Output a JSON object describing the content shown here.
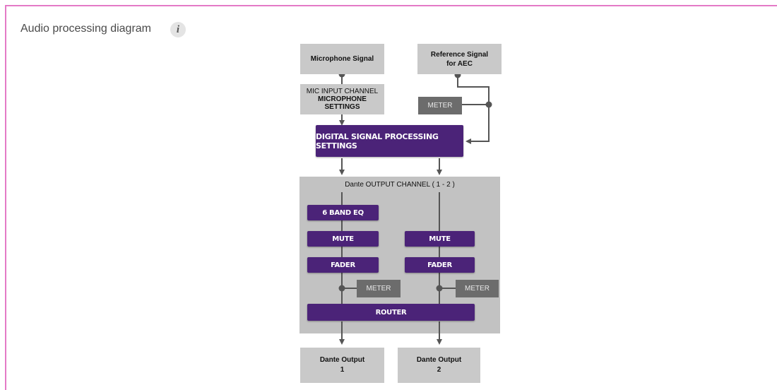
{
  "header": {
    "title": "Audio processing diagram",
    "info_icon_glyph": "i",
    "info_icon": "info-icon"
  },
  "diagram": {
    "microphone_signal": "Microphone Signal",
    "reference_signal_line1": "Reference Signal",
    "reference_signal_line2": "for AEC",
    "mic_input_channel": "MIC INPUT CHANNEL",
    "mic_settings_line1": "MICROPHONE",
    "mic_settings_line2": "SETTINGS",
    "meter_ref": "METER",
    "dsp_settings": "DIGITAL SIGNAL PROCESSING SETTINGS",
    "dante_output_channel": "Dante OUTPUT CHANNEL ( 1 - 2 )",
    "eq_6band": "6 BAND EQ",
    "mute_1": "MUTE",
    "mute_2": "MUTE",
    "fader_1": "FADER",
    "fader_2": "FADER",
    "meter_1": "METER",
    "meter_2": "METER",
    "router": "ROUTER",
    "output1_line1": "Dante Output",
    "output1_line2": "1",
    "output2_line1": "Dante Output",
    "output2_line2": "2"
  },
  "colors": {
    "frame_border": "#e47ac6",
    "box_gray": "#c9c9c9",
    "purple": "#4b2378",
    "meter_gray": "#6c6c6c",
    "line": "#555555"
  }
}
